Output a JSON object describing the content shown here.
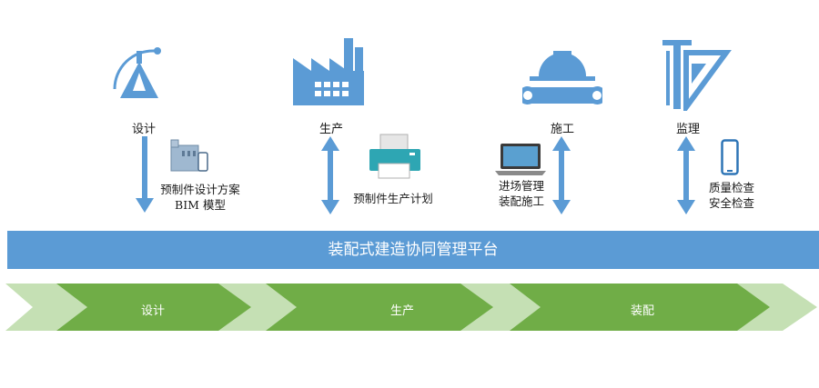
{
  "roles": [
    {
      "label": "设计",
      "icon": "design-compass-icon"
    },
    {
      "label": "生产",
      "icon": "factory-icon"
    },
    {
      "label": "施工",
      "icon": "construction-helmet-icon"
    },
    {
      "label": "监理",
      "icon": "supervision-ruler-icon"
    }
  ],
  "descriptions": {
    "design": [
      "预制件设计方案",
      "BIM 模型"
    ],
    "production": [
      "预制件生产计划"
    ],
    "construction": [
      "进场管理",
      "装配施工"
    ],
    "supervision": [
      "质量检查",
      "安全检查"
    ]
  },
  "platform": {
    "title": "装配式建造协同管理平台"
  },
  "stages": [
    "设计",
    "生产",
    "装配"
  ],
  "colors": {
    "blue": "#5b9bd5",
    "green_dark": "#70ad47",
    "green_light": "#c5e0b4"
  }
}
